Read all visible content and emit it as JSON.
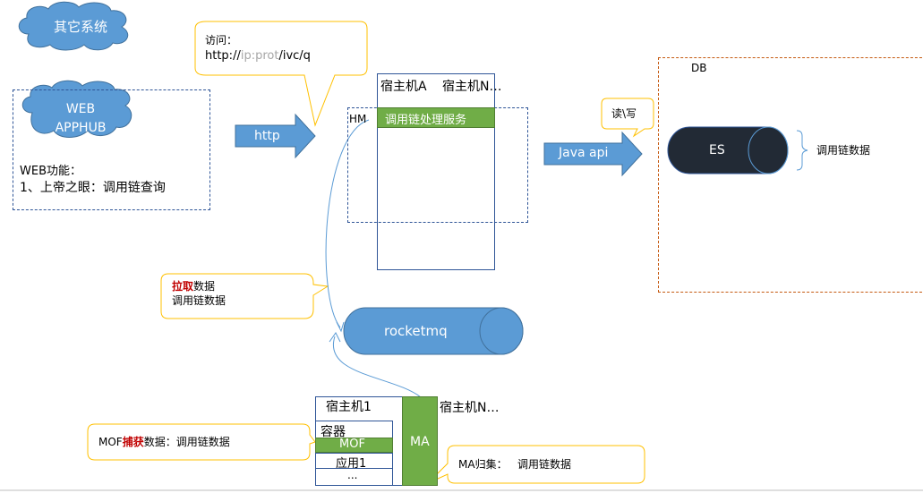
{
  "other_systems": "其它系统",
  "web_box": {
    "cloud_line1": "WEB",
    "cloud_line2": "APPHUB",
    "func_title": "WEB功能：",
    "func_item": "1、上帝之眼：调用链查询"
  },
  "http_arrow": "http",
  "access_callout": {
    "line1": "访问：",
    "url_prefix": "http://",
    "url_ip": "ip",
    "url_sep": ":",
    "url_prot": "prot",
    "url_suffix": "/ivc/q"
  },
  "host_a": "宿主机A",
  "host_n_top": "宿主机N…",
  "hm_label": "HM",
  "service": "调用链处理服务",
  "java_api_arrow": "Java api",
  "rw_callout": "读\\写",
  "db_label": "DB",
  "es_label": "ES",
  "es_data": "调用链数据",
  "pull_callout": {
    "bold": "拉取",
    "rest": "数据",
    "line2": "调用链数据"
  },
  "rocketmq": "rocketmq",
  "host_1": "宿主机1",
  "host_n_bottom": "宿主机N…",
  "container": "容器",
  "mof": "MOF",
  "app1": "应用1",
  "ellipsis": "...",
  "ma": "MA",
  "mof_callout": {
    "prefix": "MOF",
    "bold": "捕获",
    "rest": "数据：调用链数据"
  },
  "ma_callout": "MA归集：   调用链数据",
  "colors": {
    "cloud": "#5b9bd5",
    "arrow": "#5b9bd5",
    "green": "#70ad47",
    "es_dark": "#222a35",
    "callout_border": "#ffc000",
    "dash_blue": "#2f5597",
    "dash_orange": "#c55a11",
    "red_text": "#c00000"
  }
}
